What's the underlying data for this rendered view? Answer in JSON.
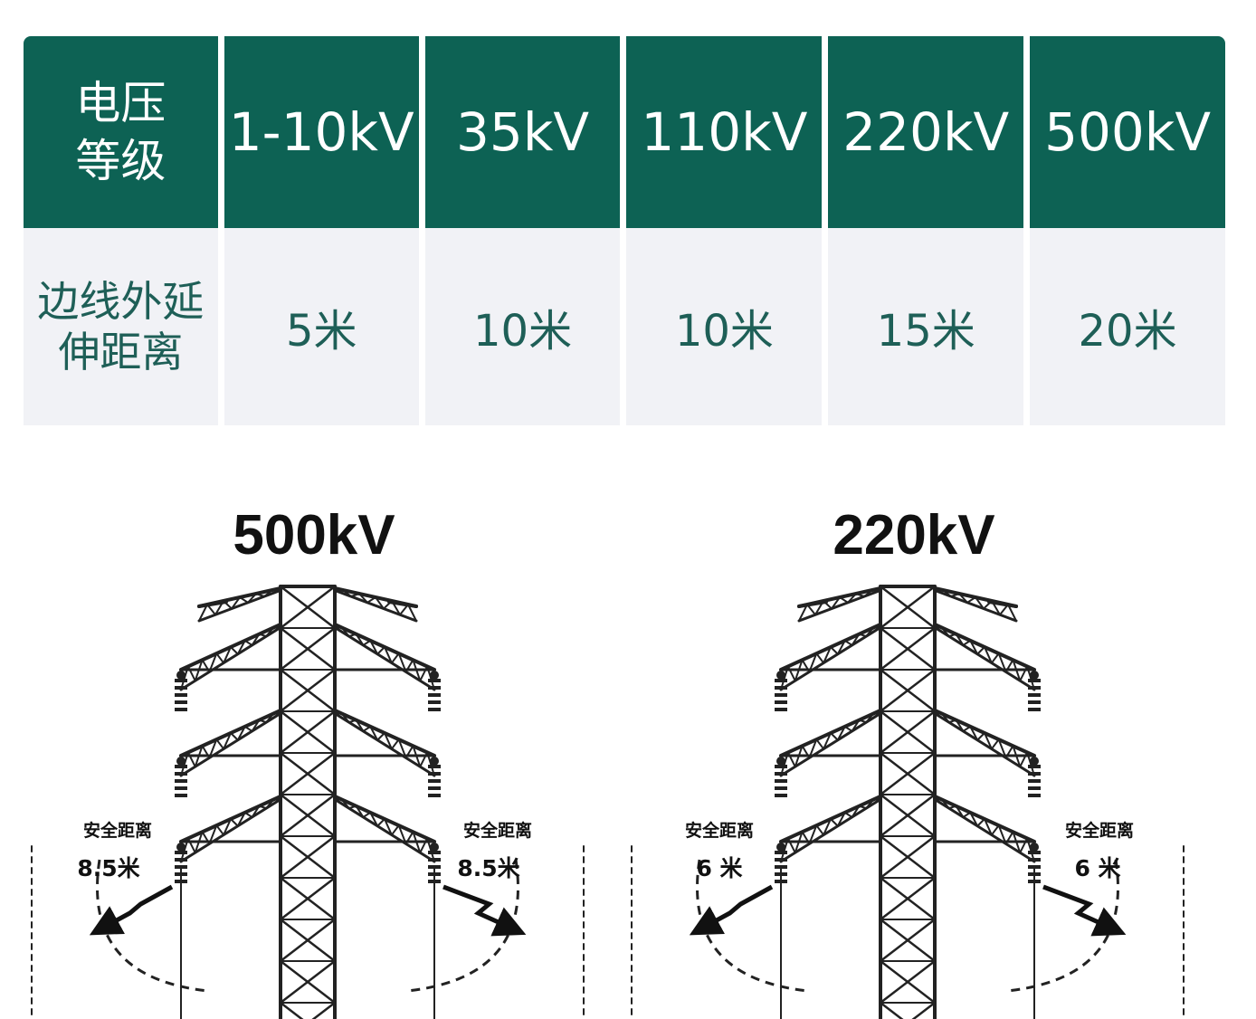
{
  "table": {
    "header_label": "电压\n等级",
    "row_label": "边线外延\n伸距离",
    "voltages": [
      "1-10kV",
      "35kV",
      "110kV",
      "220kV",
      "500kV"
    ],
    "distances": [
      "5米",
      "10米",
      "10米",
      "15米",
      "20米"
    ]
  },
  "colors": {
    "header_bg": "#0d6254",
    "body_bg": "#f1f2f6",
    "body_text": "#1e5f57"
  },
  "towers": [
    {
      "title": "500kV",
      "safety_label": "安全距离",
      "safety_distance": "8.5米"
    },
    {
      "title": "220kV",
      "safety_label": "安全距离",
      "safety_distance": "6 米"
    }
  ]
}
